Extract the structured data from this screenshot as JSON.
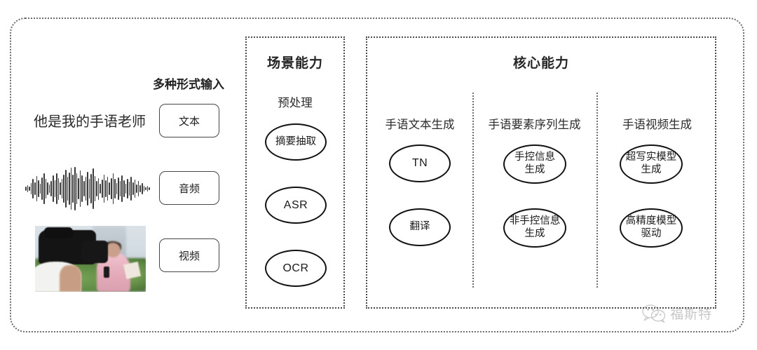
{
  "diagram": {
    "title": "",
    "input_section": {
      "header": "多种形式输入",
      "sample_text": "他是我的手语老师",
      "items": [
        {
          "label": "文本",
          "media": "text"
        },
        {
          "label": "音频",
          "media": "audio-waveform"
        },
        {
          "label": "视频",
          "media": "video-thumbnail"
        }
      ]
    },
    "scene_panel": {
      "title": "场景能力",
      "columns": [
        {
          "header": "预处理",
          "nodes": [
            "摘要抽取",
            "ASR",
            "OCR"
          ]
        }
      ]
    },
    "core_panel": {
      "title": "核心能力",
      "columns": [
        {
          "header": "手语文本生成",
          "nodes": [
            "TN",
            "翻译"
          ]
        },
        {
          "header": "手语要素序列生成",
          "nodes": [
            "手控信息\n生成",
            "非手控信息\n生成"
          ]
        },
        {
          "header": "手语视频生成",
          "nodes": [
            "超写实模型\n生成",
            "高精度模型\n驱动"
          ]
        }
      ]
    },
    "watermark": {
      "text": "福斯特",
      "icon": "wechat-icon"
    },
    "colors": {
      "frame": "#6b6b6b",
      "panel_border": "#4a4a4a",
      "node_border": "#111111",
      "text": "#1d1d1f",
      "tag_border": "#43474d"
    }
  }
}
